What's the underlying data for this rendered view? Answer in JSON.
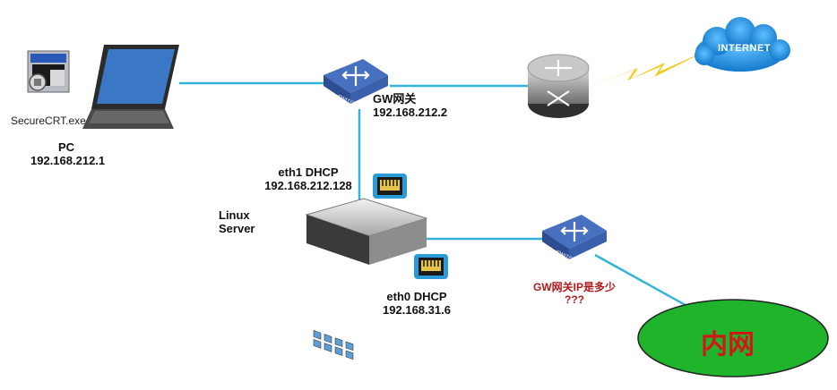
{
  "pc": {
    "exe_label": "SecureCRT.exe",
    "name": "PC",
    "ip": "192.168.212.1"
  },
  "gateway": {
    "name": "GW网关",
    "ip": "192.168.212.2"
  },
  "internet": {
    "label": "INTERNET"
  },
  "server": {
    "line1": "Linux",
    "line2": "Server"
  },
  "eth1": {
    "name": "eth1 DHCP",
    "ip": "192.168.212.128"
  },
  "eth0": {
    "name": "eth0 DHCP",
    "ip": "192.168.31.6"
  },
  "inner_switch": {
    "question": "GW网关IP是多少",
    "marks": "???"
  },
  "lan": {
    "label": "内网"
  },
  "switch_text": "SWITCH",
  "colors": {
    "link": "#33b3d9",
    "lightning": "#f3c818",
    "switch_top": "#4870c0",
    "switch_side": "#2d4d92",
    "cloud": "#1c8ee0",
    "lan_fill": "#1fb42c",
    "lan_text": "#d01818",
    "question_text": "#b11a1a"
  },
  "icons": [
    "securecrt-icon",
    "laptop-icon",
    "switch-icon",
    "router-icon",
    "cloud-icon",
    "rj45-port-icon",
    "rack-server-icon"
  ]
}
